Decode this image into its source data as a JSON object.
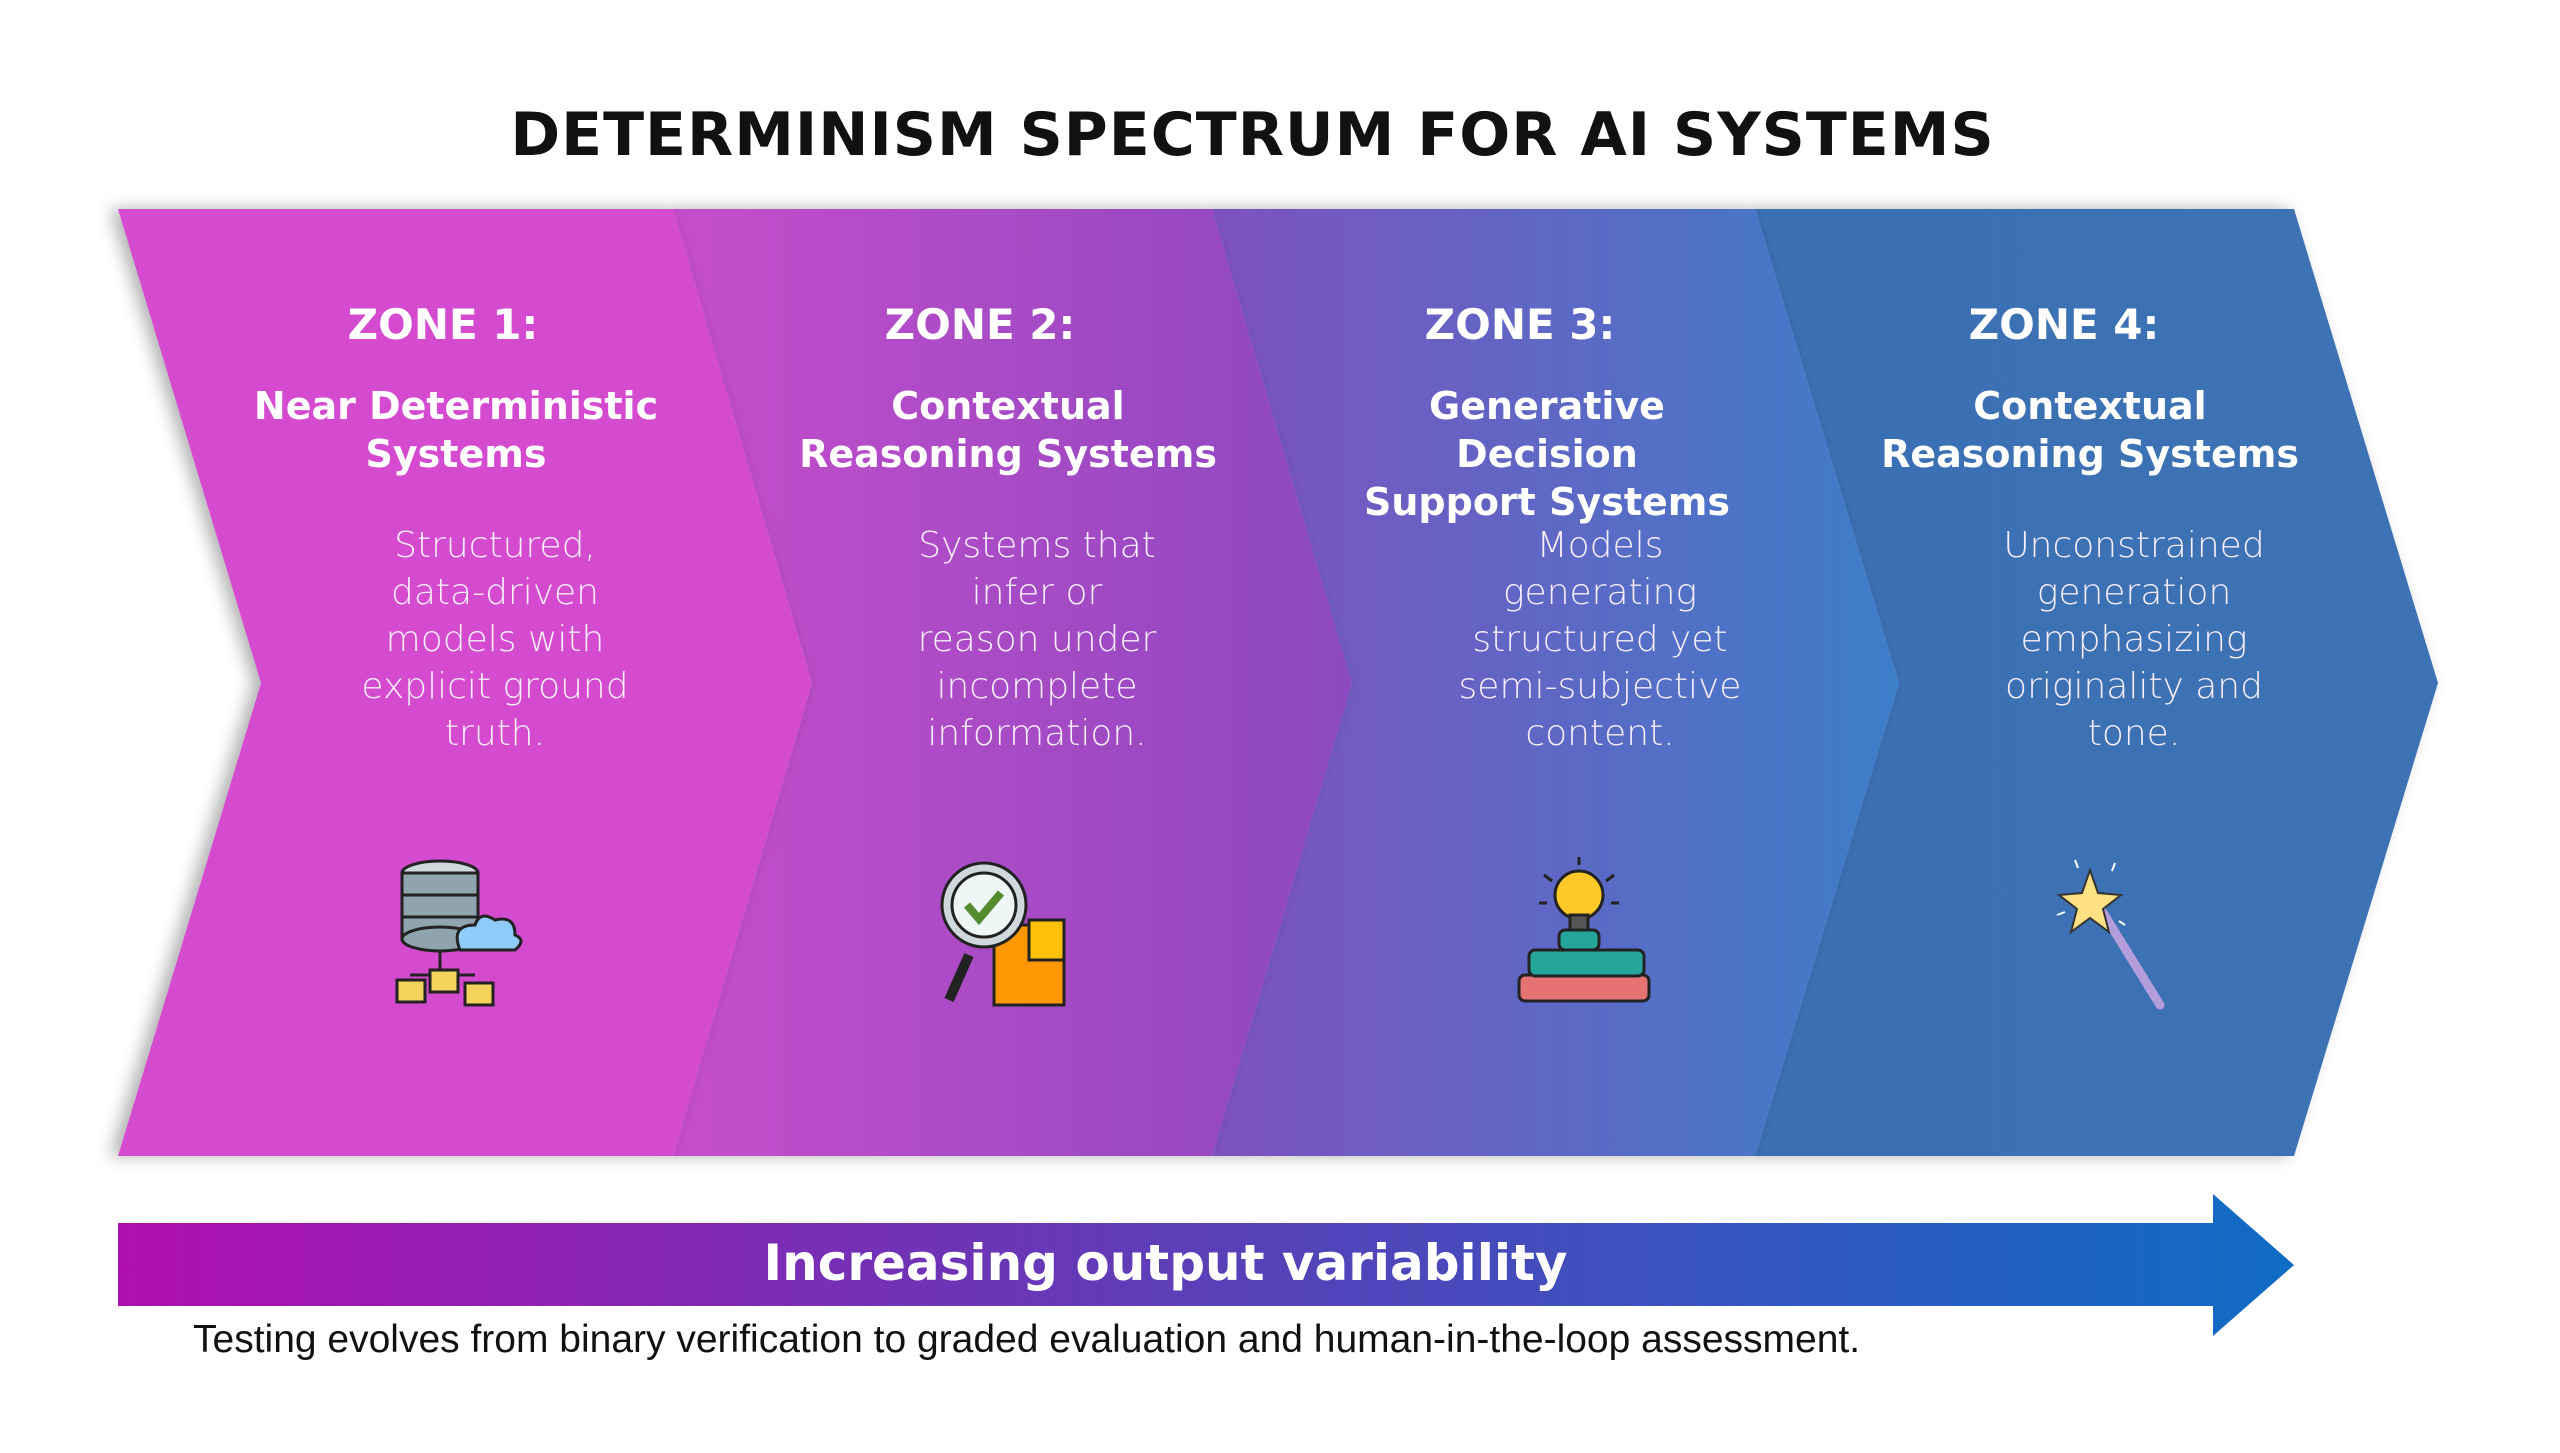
{
  "title": "DETERMINISM SPECTRUM FOR AI SYSTEMS",
  "zones": [
    {
      "label": "ZONE 1:",
      "subtitle": [
        "Near Deterministic",
        "Systems"
      ],
      "description": [
        "Structured,",
        "data-driven",
        "models with",
        "explicit ground",
        "truth."
      ],
      "icon": "database-cloud-icon",
      "color": "#d54bd0"
    },
    {
      "label": "ZONE 2:",
      "subtitle": [
        "Contextual",
        "Reasoning Systems"
      ],
      "description": [
        "Systems that",
        "infer or",
        "reason under",
        "incomplete",
        "information."
      ],
      "icon": "magnifier-check-chart-icon",
      "color": "#a04cc4"
    },
    {
      "label": "ZONE 3:",
      "subtitle": [
        "Generative Decision",
        "Support Systems"
      ],
      "description": [
        "Models",
        "generating",
        "structured yet",
        "semi-subjective",
        "content."
      ],
      "icon": "lightbulb-books-icon",
      "color": "#5f6cc4"
    },
    {
      "label": "ZONE 4:",
      "subtitle": [
        "Contextual",
        "Reasoning Systems"
      ],
      "description": [
        "Unconstrained",
        "generation",
        "emphasizing",
        "originality and",
        "tone."
      ],
      "icon": "magic-wand-icon",
      "color": "#3c72b4"
    }
  ],
  "arrow": {
    "label": "Increasing output variability",
    "start_color": "#b00fb0",
    "end_color": "#0f6cc4"
  },
  "footer": "Testing evolves from binary verification to graded evaluation and human-in-the-loop assessment."
}
